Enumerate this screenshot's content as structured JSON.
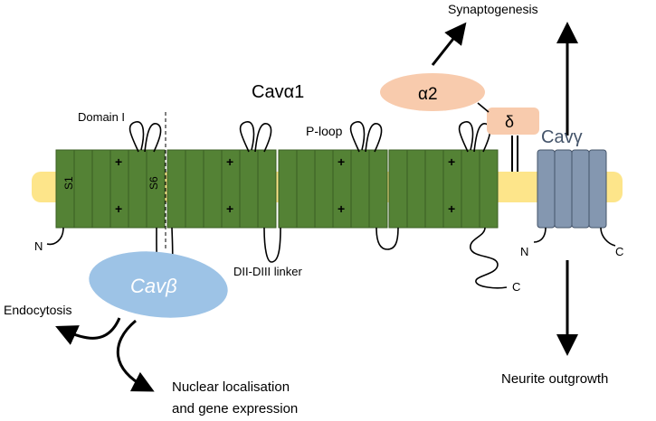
{
  "labels": {
    "synaptogenesis": "Synaptogenesis",
    "cav_alpha1": "Cavα1",
    "alpha2": "α2",
    "delta": "δ",
    "cav_gamma": "Cavγ",
    "domain_i": "Domain I",
    "p_loop": "P-loop",
    "s1": "S1",
    "s6": "S6",
    "n_terminus": "N",
    "c_terminus": "C",
    "dii_diii_linker": "DII-DIII linker",
    "cav_beta": "Cavβ",
    "endocytosis": "Endocytosis",
    "nuclear_line1": "Nuclear localisation",
    "nuclear_line2": "and gene expression",
    "neurite": "Neurite outgrowth",
    "plus": "+"
  },
  "colors": {
    "membrane": "#fde58a",
    "alpha1_segment": "#548235",
    "alpha1_stroke": "#3a5e22",
    "gamma_segment": "#8497b0",
    "gamma_stroke": "#44546a",
    "alpha2_delta": "#f8cbad",
    "beta": "#9dc3e6"
  }
}
